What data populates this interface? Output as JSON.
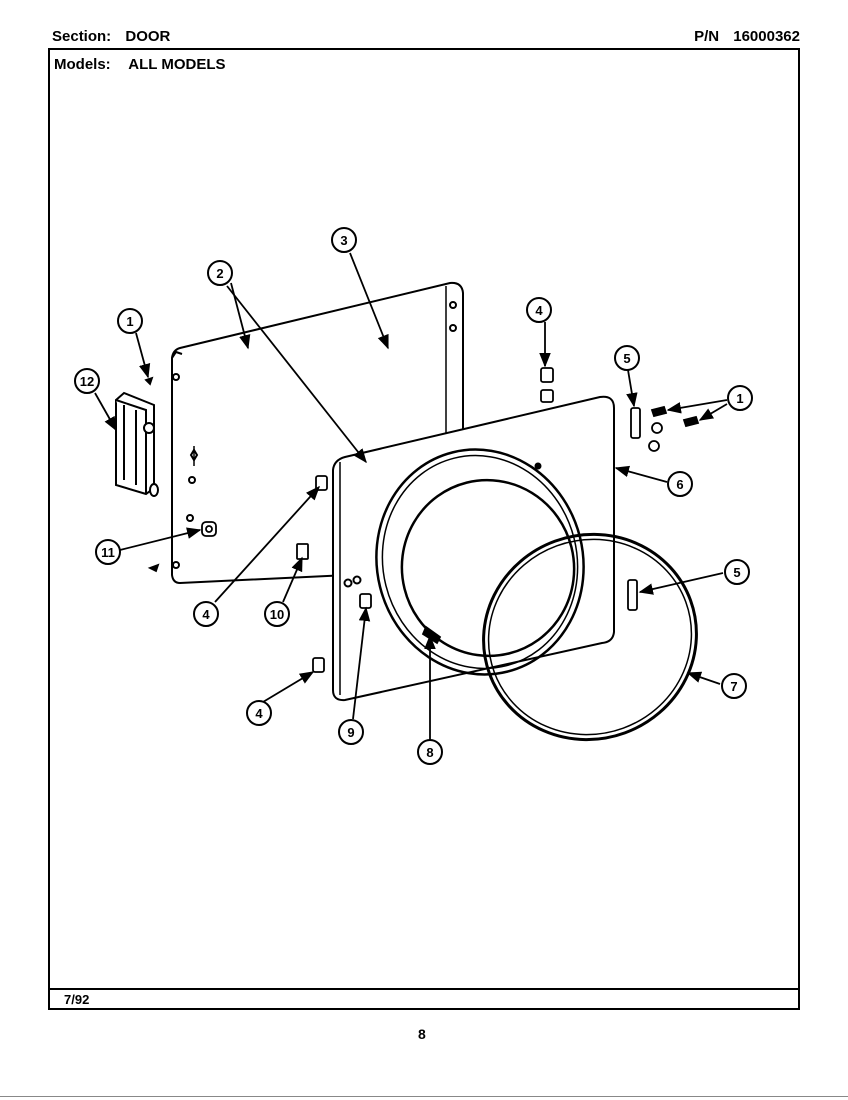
{
  "header": {
    "section_label": "Section:",
    "section_value": "DOOR",
    "pn_label": "P/N",
    "pn_value": "16000362"
  },
  "models": {
    "label": "Models:",
    "value": "ALL MODELS"
  },
  "footer": {
    "date": "7/92",
    "page_number": "8"
  },
  "callouts": [
    {
      "id": "c1a",
      "label": "1"
    },
    {
      "id": "c1b",
      "label": "1"
    },
    {
      "id": "c2",
      "label": "2"
    },
    {
      "id": "c3",
      "label": "3"
    },
    {
      "id": "c4a",
      "label": "4"
    },
    {
      "id": "c4b",
      "label": "4"
    },
    {
      "id": "c4c",
      "label": "4"
    },
    {
      "id": "c5a",
      "label": "5"
    },
    {
      "id": "c5b",
      "label": "5"
    },
    {
      "id": "c6",
      "label": "6"
    },
    {
      "id": "c7",
      "label": "7"
    },
    {
      "id": "c8",
      "label": "8"
    },
    {
      "id": "c9",
      "label": "9"
    },
    {
      "id": "c10",
      "label": "10"
    },
    {
      "id": "c11",
      "label": "11"
    },
    {
      "id": "c12",
      "label": "12"
    }
  ]
}
